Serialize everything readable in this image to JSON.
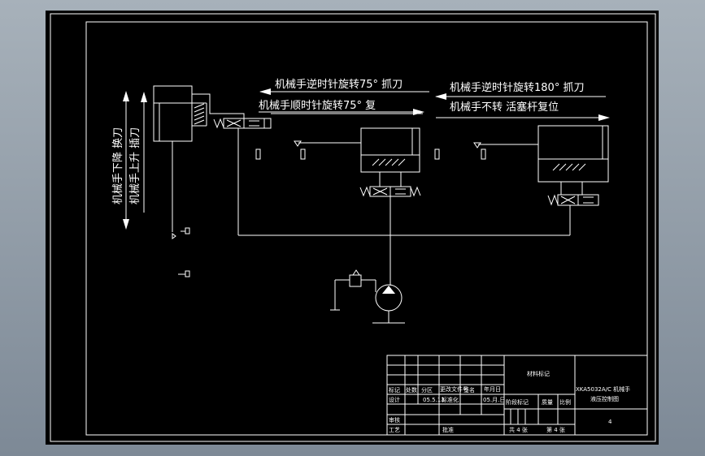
{
  "annotations": {
    "left_vertical_1": "机械手下降 换刀",
    "left_vertical_2": "机械手上升 插刀",
    "top_mid_1": "机械手逆时针旋转75° 抓刀",
    "top_mid_2": "机械手顺时针旋转75° 复",
    "top_right_1": "机械手逆时针旋转180° 抓刀",
    "top_right_2": "机械手不转 活塞杆复位"
  },
  "title_block": {
    "material_mark": "材料标记",
    "drawing_title_1": "XKA5032A/C 机械手",
    "drawing_title_2": "液压控制图",
    "sheet_number": "4",
    "headers": {
      "mark": "标记",
      "count": "处数",
      "zone": "分区",
      "change_doc": "更改文件号",
      "signature": "签名",
      "date": "年月日"
    },
    "design": "设计",
    "design_date": "05.5.13",
    "standardization": "标准化",
    "std_date": "05.月.日",
    "stage_mark": "阶段标记",
    "weight": "质量",
    "scale": "比例",
    "review": "审核",
    "process": "工艺",
    "approve": "批准",
    "total_sheets": "共 4 张",
    "sheet_of": "第 4 张"
  }
}
